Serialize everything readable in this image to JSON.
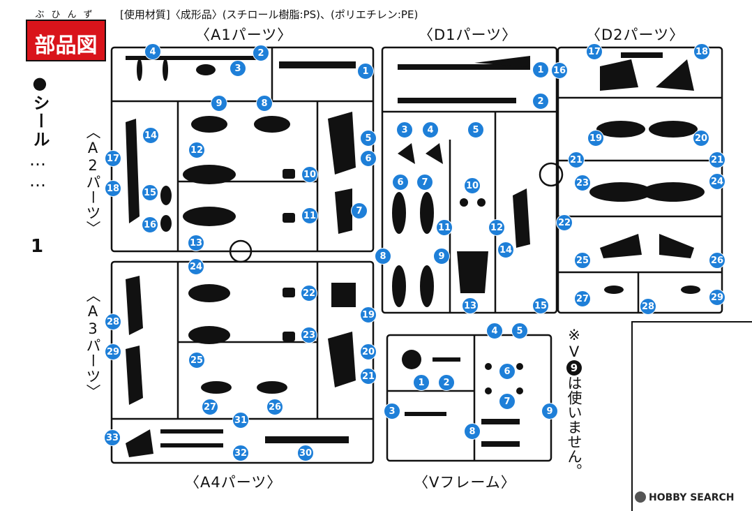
{
  "header": {
    "ruby": "ぶひんず",
    "title": "部品図"
  },
  "materials": "[使用材質]〈成形品〉(スチロール樹脂:PS)、(ポリエチレン:PE)",
  "sections": {
    "a1": "〈A1パーツ〉",
    "a2": "〈A2パーツ〉",
    "a3": "〈A3パーツ〉",
    "a4": "〈A4パーツ〉",
    "d1": "〈D1パーツ〉",
    "d2": "〈D2パーツ〉",
    "v": "〈Vフレーム〉"
  },
  "seal": {
    "bullet": "●",
    "label": "シール",
    "dots": "……",
    "count": "1"
  },
  "note": {
    "mark": "※",
    "letter": "V",
    "num": "9",
    "text": "は使いません。"
  },
  "watermark": "HOBBY SEARCH",
  "colors": {
    "badge": "#1e7fd8",
    "header": "#d9141b"
  },
  "badges": {
    "a1": [
      "4",
      "2",
      "3",
      "1",
      "9",
      "8",
      "14",
      "12",
      "5",
      "6",
      "17",
      "18",
      "15",
      "16",
      "10",
      "11",
      "7",
      "13"
    ],
    "a4": [
      "24",
      "28",
      "29",
      "22",
      "23",
      "19",
      "20",
      "21",
      "25",
      "27",
      "26",
      "31",
      "33",
      "32",
      "30"
    ],
    "d1": [
      "1",
      "2",
      "3",
      "4",
      "5",
      "6",
      "7",
      "10",
      "11",
      "12",
      "14",
      "8",
      "9",
      "13",
      "15"
    ],
    "d2": [
      "17",
      "18",
      "16",
      "19",
      "20",
      "21",
      "21",
      "23",
      "24",
      "22",
      "25",
      "26",
      "27",
      "28",
      "29"
    ],
    "v": [
      "4",
      "5",
      "6",
      "1",
      "2",
      "7",
      "3",
      "9",
      "8"
    ]
  }
}
